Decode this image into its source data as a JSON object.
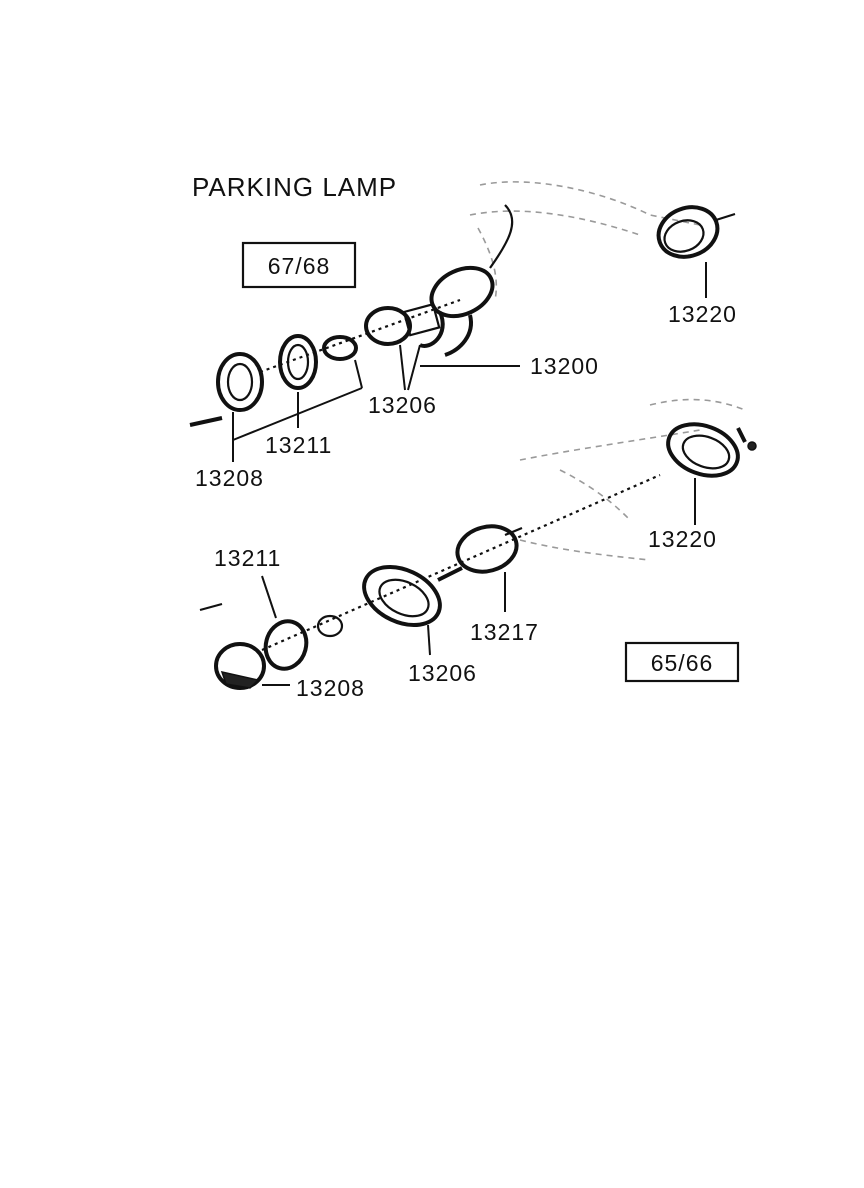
{
  "title": "PARKING LAMP",
  "model_boxes": {
    "upper": "67/68",
    "lower": "65/66"
  },
  "upper_labels": {
    "p13220": "13220",
    "p13200": "13200",
    "p13206": "13206",
    "p13211": "13211",
    "p13208": "13208"
  },
  "lower_labels": {
    "p13211": "13211",
    "p13220": "13220",
    "p13217": "13217",
    "p13206": "13206",
    "p13208": "13208"
  }
}
